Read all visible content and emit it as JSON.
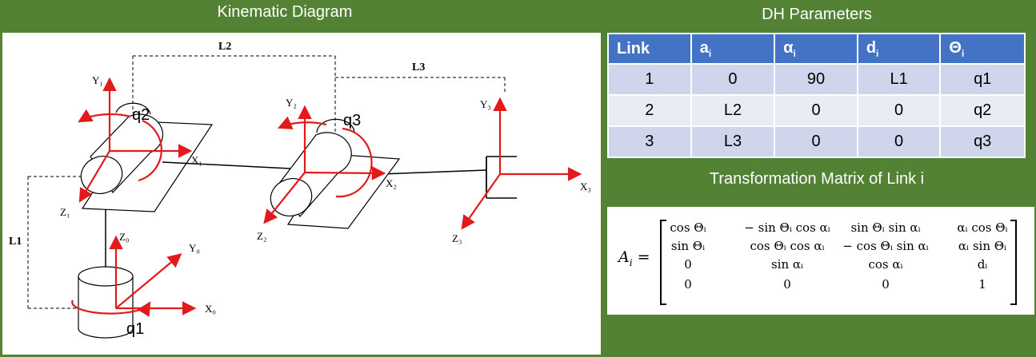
{
  "kinematic": {
    "title": "Kinematic Diagram",
    "labels": {
      "L1": "L1",
      "L2": "L2",
      "L3": "L3",
      "q1": "q1",
      "q2": "q2",
      "q3": "q3",
      "X0": "X₀",
      "Y0": "Y₀",
      "Z0": "Z₀",
      "X1": "X₁",
      "Y1": "Y₁",
      "Z1": "Z₁",
      "X2": "X₂",
      "Y2": "Y₂",
      "Z2": "Z₂",
      "X3": "X₃",
      "Y3": "Y₃",
      "Z3": "Z₃"
    },
    "axis_color": "#e31a1c"
  },
  "dh": {
    "title": "DH Parameters",
    "headers": [
      "Link",
      "ai",
      "αi",
      "di",
      "Θi"
    ],
    "header_main": [
      "Link",
      "a",
      "α",
      "d",
      "Θ"
    ],
    "header_sub": [
      "",
      "i",
      "i",
      "i",
      "i"
    ],
    "rows": [
      [
        "1",
        "0",
        "90",
        "L1",
        "q1"
      ],
      [
        "2",
        "L2",
        "0",
        "0",
        "q2"
      ],
      [
        "3",
        "L3",
        "0",
        "0",
        "q3"
      ]
    ],
    "header_color": "#4472c4"
  },
  "transform": {
    "title": "Transformation Matrix of Link i",
    "lhs": "A",
    "lhs_sub": "i",
    "matrix": [
      [
        "cos Θᵢ",
        "− sin Θᵢ cos αᵢ",
        "sin Θᵢ sin αᵢ",
        "αᵢ cos Θᵢ"
      ],
      [
        "sin Θᵢ",
        "cos Θᵢ cos αᵢ",
        "− cos Θᵢ sin αᵢ",
        "αᵢ sin Θᵢ"
      ],
      [
        "0",
        "sin αᵢ",
        "cos αᵢ",
        "dᵢ"
      ],
      [
        "0",
        "0",
        "0",
        "1"
      ]
    ]
  },
  "colors": {
    "background": "#548235",
    "panel": "#ffffff"
  }
}
